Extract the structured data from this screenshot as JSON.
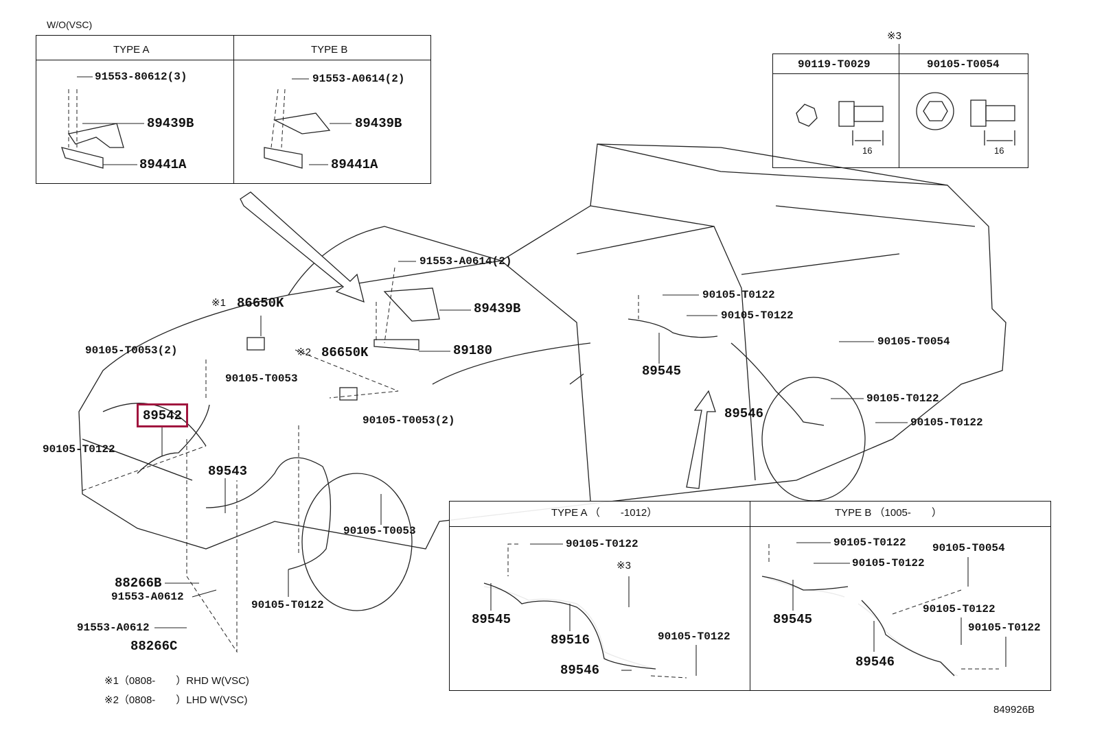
{
  "inset_wo_vsc": {
    "title": "W/O(VSC)",
    "type_a": {
      "header": "TYPE A",
      "bolt": "91553-80612(3)",
      "cover": "89439B",
      "sensor": "89441A"
    },
    "type_b": {
      "header": "TYPE B",
      "bolt": "91553-A0614(2)",
      "cover": "89439B",
      "sensor": "89441A"
    }
  },
  "inset_note3": {
    "marker": "※3",
    "col1": {
      "header": "90119-T0029",
      "dimension": "16"
    },
    "col2": {
      "header": "90105-T0054",
      "dimension": "16"
    }
  },
  "main": {
    "labels": {
      "mark1": "※1",
      "p86650k_1": "86650K",
      "p90105t0053_2a": "90105-T0053(2)",
      "mark2": "※2",
      "p86650k_2": "86650K",
      "p91553a0614": "91553-A0614(2)",
      "p89439b": "89439B",
      "p89180": "89180",
      "p90105t0053_a": "90105-T0053",
      "p89542": "89542",
      "p90105t0053_2b": "90105-T0053(2)",
      "p90105t0122_a": "90105-T0122",
      "p89543": "89543",
      "p90105t0053_b": "90105-T0053",
      "p88266b": "88266B",
      "p91553a0612_a": "91553-A0612",
      "p90105t0122_b": "90105-T0122",
      "p91553a0612_b": "91553-A0612",
      "p88266c": "88266C",
      "p90105t0122_c": "90105-T0122",
      "p90105t0122_d": "90105-T0122",
      "p89545": "89545",
      "p90105t0054": "90105-T0054",
      "p89546": "89546",
      "p90105t0122_e": "90105-T0122",
      "p90105t0122_f": "90105-T0122"
    },
    "highlighted_part": "89542",
    "highlight_color": "#a0153e"
  },
  "inset_rear": {
    "type_a": {
      "header": "TYPE A （　　-1012）",
      "bolt1": "90105-T0122",
      "mark3": "※3",
      "p89545": "89545",
      "p89516": "89516",
      "bolt2": "90105-T0122",
      "p89546": "89546"
    },
    "type_b": {
      "header": "TYPE B （1005-　　）",
      "bolt1": "90105-T0122",
      "bolt2": "90105-T0122",
      "bolt3": "90105-T0054",
      "p89545": "89545",
      "bolt4": "90105-T0122",
      "bolt5": "90105-T0122",
      "p89546": "89546"
    }
  },
  "footnotes": [
    "※1（0808-　　）RHD W(VSC)",
    "※2（0808-　　）LHD W(VSC)"
  ],
  "diagram_id": "849926B"
}
